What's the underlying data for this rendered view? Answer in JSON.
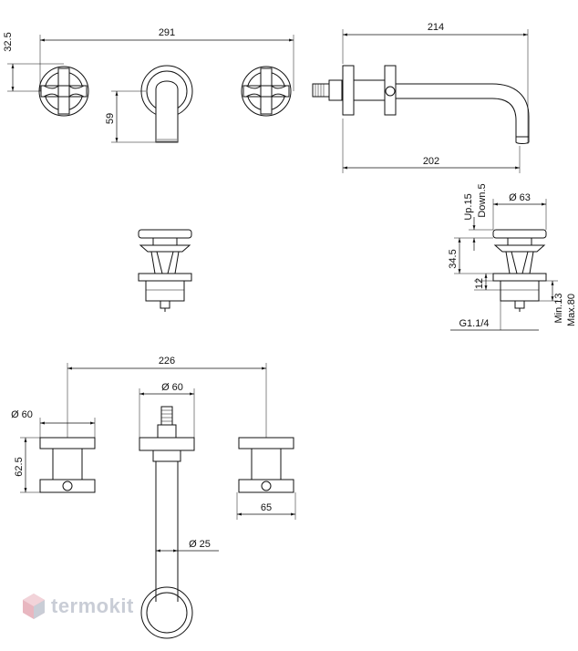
{
  "dimensions": {
    "top_width": "291",
    "top_height": "32.5",
    "handle_drop": "59",
    "spout_length": "214",
    "spout_reach": "202",
    "drain_up": "Up.15",
    "drain_down": "Down.5",
    "drain_diameter": "Ø 63",
    "drain_height": "34.5",
    "drain_thread_len": "12",
    "drain_min": "Min.13",
    "drain_max": "Max.80",
    "drain_thread": "G1.1/4",
    "front_width": "226",
    "front_spout_diameter": "Ø 60",
    "front_handle_diameter": "Ø 60",
    "front_height": "62.5",
    "front_plate_width": "65",
    "pipe_diameter": "Ø 25"
  },
  "watermark": {
    "text": "termokit"
  },
  "colors": {
    "line": "#111111",
    "watermark": "#c9cdd6",
    "logo_accent": "#e8b7c0"
  }
}
